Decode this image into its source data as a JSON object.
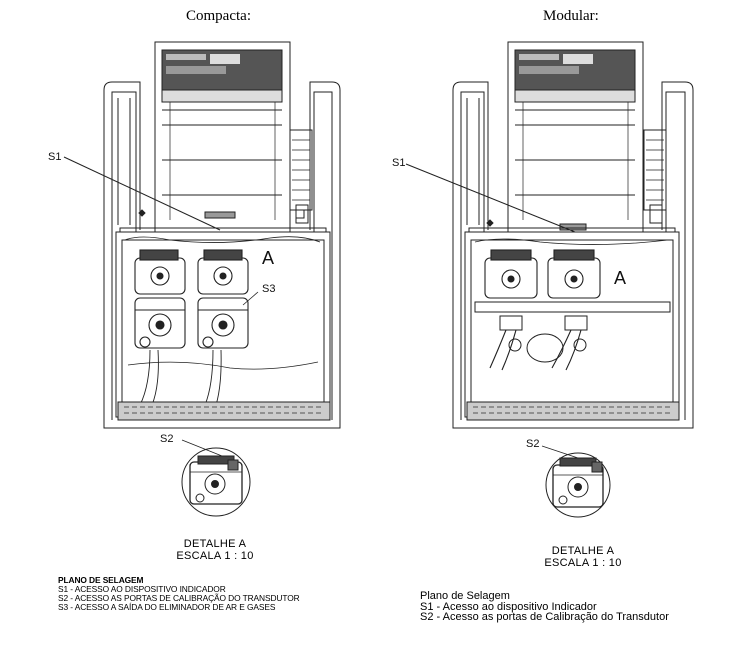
{
  "titles": {
    "compacta": "Compacta:",
    "modular": "Modular:"
  },
  "compacta": {
    "labels": {
      "s1": "S1",
      "s2": "S2",
      "s3": "S3",
      "a": "A"
    },
    "detail": {
      "line1": "DETALHE A",
      "line2": "ESCALA 1 : 10"
    },
    "legend": {
      "heading": "PLANO DE SELAGEM",
      "items": [
        "S1 - ACESSO AO DISPOSITIVO INDICADOR",
        "S2 - ACESSO AS PORTAS DE CALIBRAÇÃO DO TRANSDUTOR",
        "S3 - ACESSO A SAÍDA DO ELIMINADOR DE AR E GASES"
      ]
    }
  },
  "modular": {
    "labels": {
      "s1": "S1",
      "s2": "S2",
      "a": "A"
    },
    "detail": {
      "line1": "DETALHE A",
      "line2": "ESCALA 1 : 10"
    },
    "legend": {
      "heading": "Plano de Selagem",
      "items": [
        "S1 - Acesso ao dispositivo Indicador",
        "S2 - Acesso as portas de Calibração do Transdutor"
      ]
    }
  }
}
